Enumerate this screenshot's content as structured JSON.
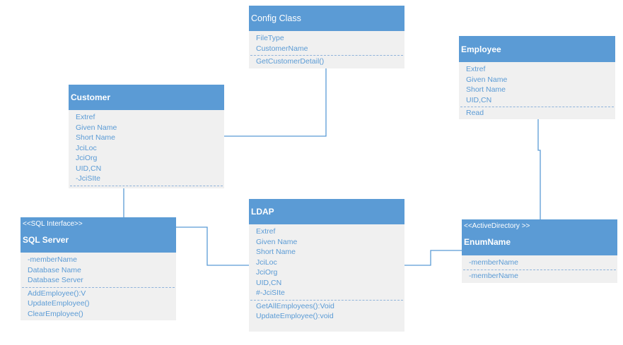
{
  "classes": {
    "config": {
      "title": "Config Class",
      "attributes": [
        "FileType",
        "CustomerName"
      ],
      "methods": [
        "GetCustomerDetail()"
      ]
    },
    "employee": {
      "title": "Employee",
      "attributes": [
        "Extref",
        "Given Name",
        "Short Name",
        "UID,CN"
      ],
      "methods": [
        "Read"
      ]
    },
    "customer": {
      "title": "Customer",
      "attributes": [
        "Extref",
        "Given Name",
        "Short Name",
        "JciLoc",
        "JciOrg",
        "UID,CN",
        "-JciSIte"
      ],
      "methods": []
    },
    "sql": {
      "stereotype": "<<SQL Interface>>",
      "title": "SQL Server",
      "attributes": [
        "-memberName",
        "Database Name",
        "Database Server"
      ],
      "methods": [
        "AddEmployee():V",
        "UpdateEmployee()",
        "ClearEmployee()"
      ]
    },
    "ldap": {
      "title": "LDAP",
      "attributes": [
        "Extref",
        "Given Name",
        "Short Name",
        "JciLoc",
        "JciOrg",
        "UID,CN",
        "#-JciSIte"
      ],
      "methods": [
        "GetAllEmployees():Void",
        "UpdateEmployee():void"
      ]
    },
    "enum": {
      "stereotype": "<<ActiveDirectory >>",
      "title": "EnumName",
      "attributes": [
        "-memberName"
      ],
      "methods": [
        "-memberName"
      ]
    }
  },
  "colors": {
    "header": "#5b9bd5",
    "body": "#f0f0f0",
    "text": "#5b9bd5",
    "connector": "#5b9bd5"
  }
}
